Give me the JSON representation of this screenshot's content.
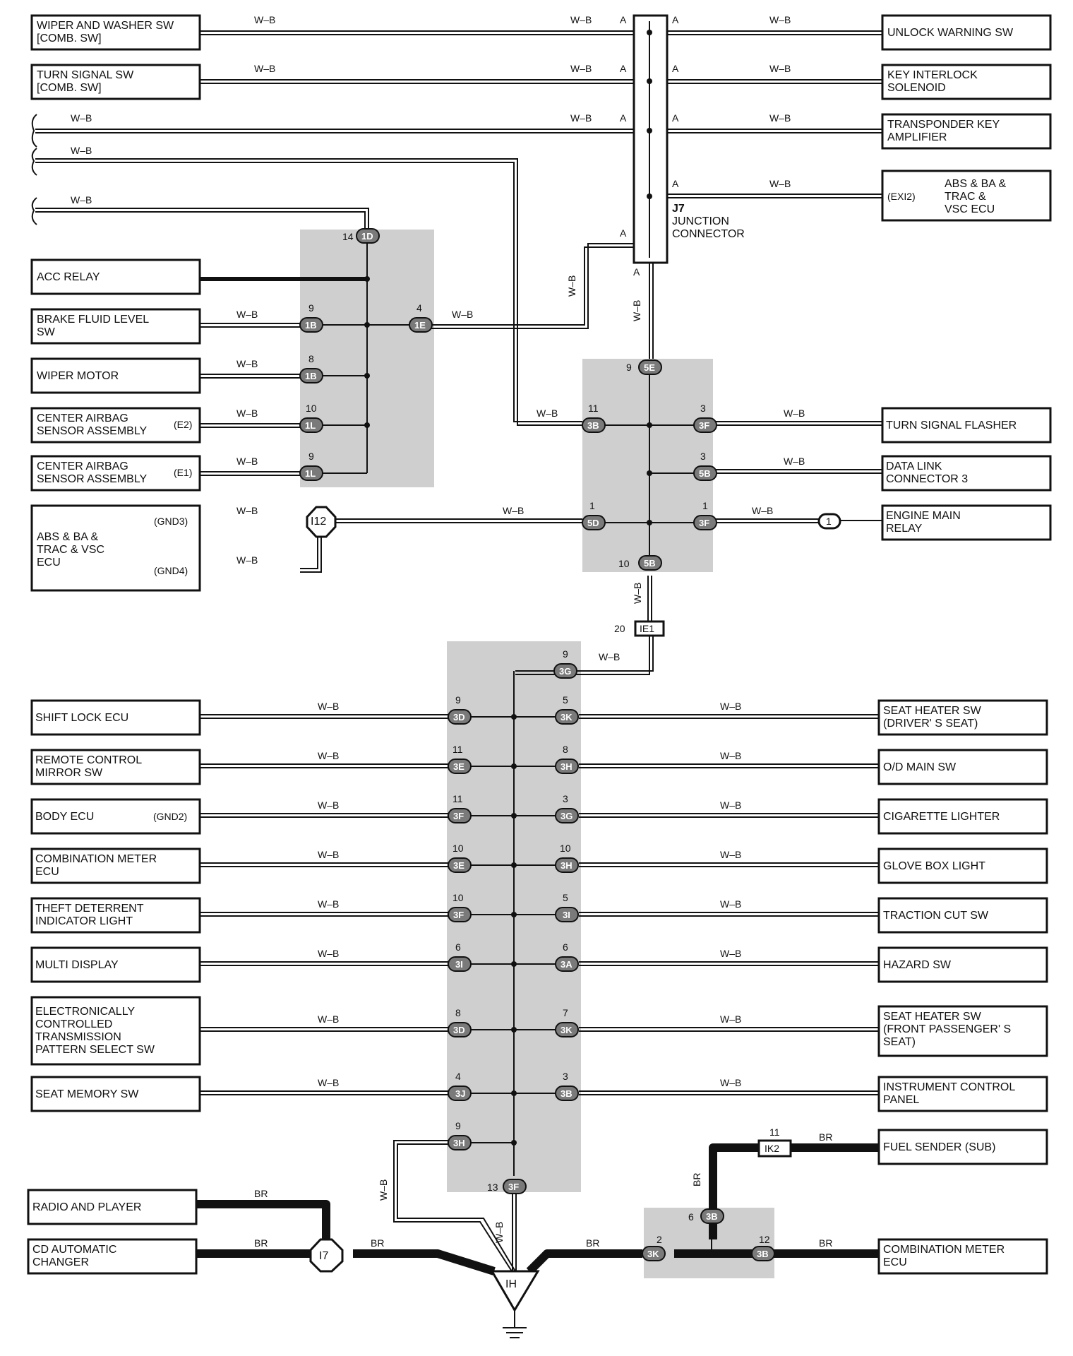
{
  "left_components": [
    {
      "id": "wiper-washer",
      "lines": [
        "WIPER AND WASHER SW",
        "[COMB.  SW]"
      ]
    },
    {
      "id": "turn-signal-sw",
      "lines": [
        "TURN SIGNAL SW",
        "[COMB.  SW]"
      ]
    },
    {
      "id": "acc-relay",
      "lines": [
        "ACC RELAY"
      ]
    },
    {
      "id": "brake-fluid",
      "lines": [
        "BRAKE FLUID LEVEL",
        "SW"
      ]
    },
    {
      "id": "wiper-motor",
      "lines": [
        "WIPER MOTOR"
      ]
    },
    {
      "id": "airbag-e2",
      "lines": [
        "CENTER AIRBAG",
        "SENSOR ASSEMBLY"
      ],
      "pin": "(E2)"
    },
    {
      "id": "airbag-e1",
      "lines": [
        "CENTER AIRBAG",
        "SENSOR ASSEMBLY"
      ],
      "pin": "(E1)"
    },
    {
      "id": "abs-ecu-left",
      "lines": [
        "ABS & BA &",
        "TRAC & VSC",
        "ECU"
      ],
      "pins": [
        "(GND3)",
        "(GND4)"
      ]
    },
    {
      "id": "shift-lock",
      "lines": [
        "SHIFT LOCK ECU"
      ]
    },
    {
      "id": "remote-mirror",
      "lines": [
        "REMOTE CONTROL",
        "MIRROR SW"
      ]
    },
    {
      "id": "body-ecu",
      "lines": [
        "BODY ECU"
      ],
      "pin": "(GND2)"
    },
    {
      "id": "comb-meter-left",
      "lines": [
        "COMBINATION METER",
        "ECU"
      ]
    },
    {
      "id": "theft-light",
      "lines": [
        "THEFT DETERRENT",
        "INDICATOR LIGHT"
      ]
    },
    {
      "id": "multi-display",
      "lines": [
        "MULTI DISPLAY"
      ]
    },
    {
      "id": "ect-switch",
      "lines": [
        "ELECTRONICALLY",
        "CONTROLLED",
        "TRANSMISSION",
        "PATTERN SELECT SW"
      ]
    },
    {
      "id": "seat-memory",
      "lines": [
        "SEAT MEMORY SW"
      ]
    },
    {
      "id": "radio",
      "lines": [
        "RADIO AND PLAYER"
      ]
    },
    {
      "id": "cd-changer",
      "lines": [
        "CD AUTOMATIC",
        "CHANGER"
      ]
    }
  ],
  "right_components": [
    {
      "id": "unlock-warning",
      "lines": [
        "UNLOCK WARNING SW"
      ]
    },
    {
      "id": "key-interlock",
      "lines": [
        "KEY INTERLOCK",
        "SOLENOID"
      ]
    },
    {
      "id": "transponder",
      "lines": [
        "TRANSPONDER KEY",
        "AMPLIFIER"
      ]
    },
    {
      "id": "abs-ecu-right",
      "lines": [
        "ABS & BA &",
        "TRAC &",
        "VSC ECU"
      ],
      "pin": "(EXI2)"
    },
    {
      "id": "turn-flasher",
      "lines": [
        "TURN SIGNAL FLASHER"
      ]
    },
    {
      "id": "dlc3",
      "lines": [
        "DATA LINK",
        "CONNECTOR 3"
      ]
    },
    {
      "id": "engine-main",
      "lines": [
        "ENGINE MAIN",
        "RELAY"
      ]
    },
    {
      "id": "seat-heater-drv",
      "lines": [
        "SEAT HEATER SW",
        "(DRIVER' S SEAT)"
      ]
    },
    {
      "id": "od-main",
      "lines": [
        "O/D MAIN SW"
      ]
    },
    {
      "id": "cig-lighter",
      "lines": [
        "CIGARETTE LIGHTER"
      ]
    },
    {
      "id": "glove-light",
      "lines": [
        "GLOVE BOX LIGHT"
      ]
    },
    {
      "id": "traction-cut",
      "lines": [
        "TRACTION CUT SW"
      ]
    },
    {
      "id": "hazard",
      "lines": [
        "HAZARD SW"
      ]
    },
    {
      "id": "seat-heater-pass",
      "lines": [
        "SEAT HEATER SW",
        "(FRONT PASSENGER' S",
        "SEAT)"
      ]
    },
    {
      "id": "instr-panel",
      "lines": [
        "INSTRUMENT CONTROL",
        "PANEL"
      ]
    },
    {
      "id": "fuel-sender",
      "lines": [
        "FUEL SENDER (SUB)"
      ]
    },
    {
      "id": "comb-meter-right",
      "lines": [
        "COMBINATION METER",
        "ECU"
      ]
    }
  ],
  "wire_label": "W–B",
  "wire_label_br": "BR",
  "pin_a": "A",
  "junction": {
    "id": "J7",
    "lines": [
      "JUNCTION",
      "CONNECTOR"
    ]
  },
  "connectors": {
    "c1D": "1D",
    "c1B": "1B",
    "c1E": "1E",
    "c1L": "1L",
    "c5E": "5E",
    "c3B": "3B",
    "c3F": "3F",
    "c5B": "5B",
    "c5D": "5D",
    "c3G": "3G",
    "c3D": "3D",
    "c3K": "3K",
    "c3E": "3E",
    "c3H": "3H",
    "c3I": "3I",
    "c3A": "3A",
    "c3J": "3J"
  },
  "splices": {
    "I12": "I12",
    "I7": "I7",
    "IE1": "IE1",
    "IK2": "IK2",
    "IH": "IH",
    "one": "1"
  },
  "pins": {
    "p14": "14",
    "p9": "9",
    "p8": "8",
    "p10": "10",
    "p4": "4",
    "p11": "11",
    "p3": "3",
    "p1": "1",
    "p20": "20",
    "p5": "5",
    "p6": "6",
    "p7": "7",
    "p2": "2",
    "p12": "12",
    "p13": "13"
  }
}
